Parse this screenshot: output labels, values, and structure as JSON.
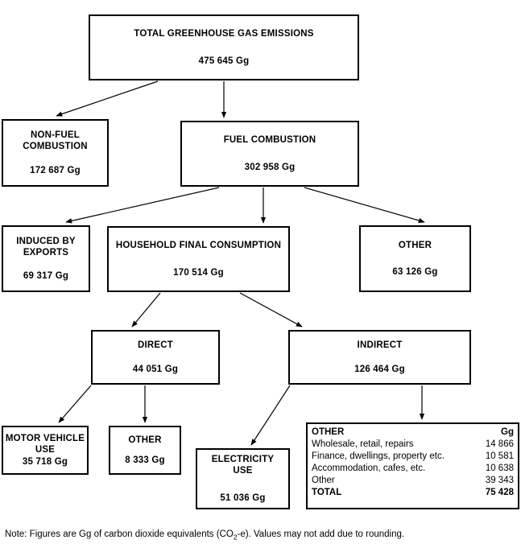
{
  "diagram": {
    "title": "Greenhouse gas emissions flow chart",
    "unit": "Gg",
    "nodes": {
      "total": {
        "title": "TOTAL GREENHOUSE GAS EMISSIONS",
        "value": "475 645 Gg"
      },
      "non_fuel": {
        "title": "NON-FUEL\nCOMBUSTION",
        "value": "172 687 Gg"
      },
      "fuel": {
        "title": "FUEL COMBUSTION",
        "value": "302 958 Gg"
      },
      "induced_exports": {
        "title": "INDUCED BY\nEXPORTS",
        "value": "69 317 Gg"
      },
      "household": {
        "title": "HOUSEHOLD FINAL CONSUMPTION",
        "value": "170 514 Gg"
      },
      "other_fuel": {
        "title": "OTHER",
        "value": "63 126 Gg"
      },
      "direct": {
        "title": "DIRECT",
        "value": "44 051 Gg"
      },
      "indirect": {
        "title": "INDIRECT",
        "value": "126 464 Gg"
      },
      "motor_vehicle": {
        "title": "MOTOR VEHICLE\nUSE",
        "value": "35 718 Gg"
      },
      "other_direct": {
        "title": "OTHER",
        "value": "8 333 Gg"
      },
      "electricity": {
        "title": "ELECTRICITY\nUSE",
        "value": "51 036 Gg"
      }
    },
    "other_table": {
      "header_label": "OTHER",
      "header_unit": "Gg",
      "rows": [
        {
          "label": "Wholesale, retail, repairs",
          "value": "14 866"
        },
        {
          "label": "Finance, dwellings, property etc.",
          "value": "10 581"
        },
        {
          "label": "Accommodation, cafes, etc.",
          "value": "10 638"
        },
        {
          "label": "Other",
          "value": "39 343"
        }
      ],
      "total_label": "TOTAL",
      "total_value": "75 428"
    },
    "footnote": {
      "part1": "Note: Figures are Gg of carbon dioxide equivalents (CO",
      "sub": "2",
      "part2": "-e). Values may not add due to rounding."
    },
    "colors": {
      "line": "#000000",
      "text": "#000000",
      "background": "#ffffff"
    }
  },
  "chart_data": {
    "type": "diagram",
    "title": "Total greenhouse gas emissions breakdown",
    "unit": "Gg",
    "nodes": [
      {
        "id": "total",
        "label": "TOTAL GREENHOUSE GAS EMISSIONS",
        "value": 475645
      },
      {
        "id": "non_fuel",
        "label": "NON-FUEL COMBUSTION",
        "value": 172687
      },
      {
        "id": "fuel",
        "label": "FUEL COMBUSTION",
        "value": 302958
      },
      {
        "id": "induced_exports",
        "label": "INDUCED BY EXPORTS",
        "value": 69317
      },
      {
        "id": "household",
        "label": "HOUSEHOLD FINAL CONSUMPTION",
        "value": 170514
      },
      {
        "id": "other_fuel",
        "label": "OTHER",
        "value": 63126
      },
      {
        "id": "direct",
        "label": "DIRECT",
        "value": 44051
      },
      {
        "id": "indirect",
        "label": "INDIRECT",
        "value": 126464
      },
      {
        "id": "motor_vehicle",
        "label": "MOTOR VEHICLE USE",
        "value": 35718
      },
      {
        "id": "other_direct",
        "label": "OTHER",
        "value": 8333
      },
      {
        "id": "electricity",
        "label": "ELECTRICITY USE",
        "value": 51036
      },
      {
        "id": "indirect_other",
        "label": "OTHER",
        "value": 75428
      }
    ],
    "edges": [
      {
        "from": "total",
        "to": "non_fuel"
      },
      {
        "from": "total",
        "to": "fuel"
      },
      {
        "from": "fuel",
        "to": "induced_exports"
      },
      {
        "from": "fuel",
        "to": "household"
      },
      {
        "from": "fuel",
        "to": "other_fuel"
      },
      {
        "from": "household",
        "to": "direct"
      },
      {
        "from": "household",
        "to": "indirect"
      },
      {
        "from": "direct",
        "to": "motor_vehicle"
      },
      {
        "from": "direct",
        "to": "other_direct"
      },
      {
        "from": "indirect",
        "to": "electricity"
      },
      {
        "from": "indirect",
        "to": "indirect_other"
      }
    ],
    "breakdown_indirect_other": {
      "categories": [
        "Wholesale, retail, repairs",
        "Finance, dwellings, property etc.",
        "Accommodation, cafes, etc.",
        "Other"
      ],
      "values": [
        14866,
        10581,
        10638,
        39343
      ],
      "total": 75428
    }
  }
}
